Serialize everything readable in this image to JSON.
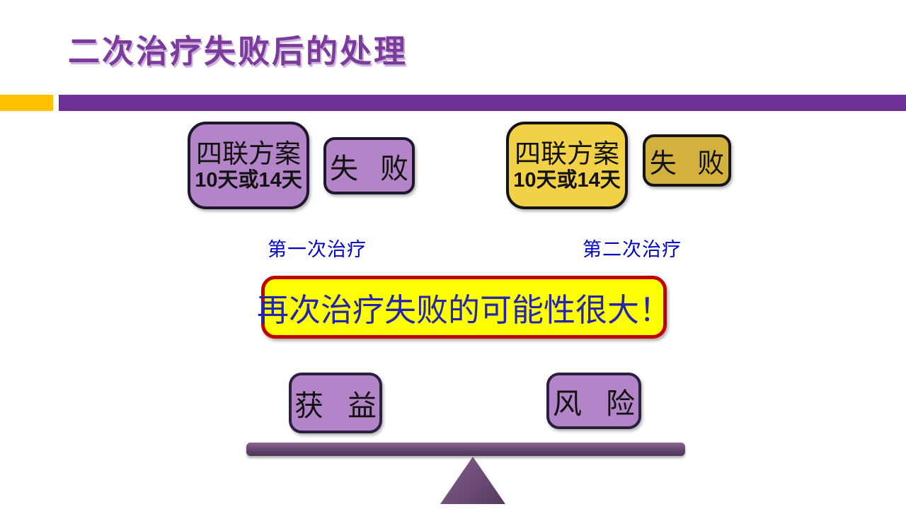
{
  "slide": {
    "title": "二次治疗失败后的处理",
    "treatments": [
      {
        "regimen": "四联方案",
        "duration": "10天或14天",
        "outcome": "失 败",
        "caption": "第一次治疗"
      },
      {
        "regimen": "四联方案",
        "duration": "10天或14天",
        "outcome": "失 败",
        "caption": "第二次治疗"
      }
    ],
    "warning": "再次治疗失败的可能性很大！",
    "balance": {
      "left_label": "获 益",
      "right_label": "风 险"
    }
  },
  "colors": {
    "title_purple": "#7A3B9B",
    "header_bar_purple": "#6E3197",
    "header_accent_yellow": "#FFC000",
    "purple_box_fill": "#B484C8",
    "yellow_box_fill": "#F3D146",
    "gold_box_fill": "#D2B13E",
    "caption_blue": "#0101CB",
    "warning_fill": "#FFFF00",
    "warning_border_red": "#C00000",
    "warning_text_blue": "#2326AD",
    "beam_purple": "#6B4A73"
  }
}
